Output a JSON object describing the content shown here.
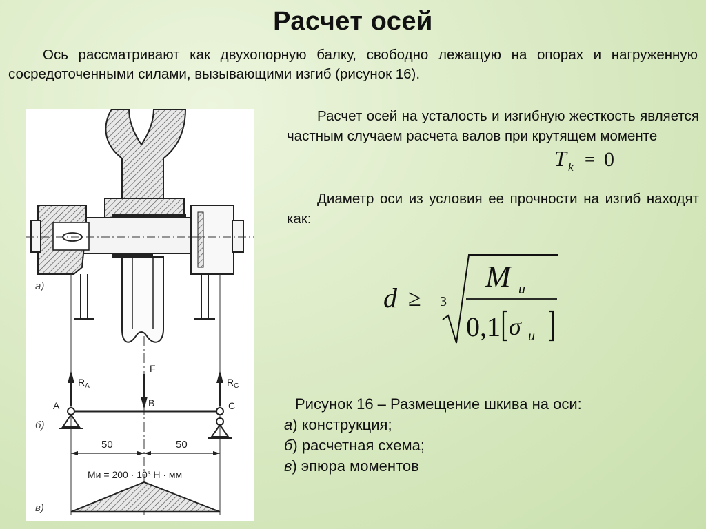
{
  "title": "Расчет осей",
  "intro": "Ось рассматривают как двухопорную балку, свободно лежащую на опорах и нагруженную сосредоточенными силами, вызывающими изгиб (рисунок 16).",
  "paragraph1": "Расчет осей на усталость и изгибную жесткость является частным случаем расчета валов при крутящем моменте",
  "formula_tk": {
    "T": "T",
    "sub": "k",
    "eq": "=",
    "zero": "0"
  },
  "paragraph2": "Диаметр оси из условия ее прочности на изгиб находят как:",
  "formula_d": {
    "d": "d",
    "geq": "≥",
    "root_index": "3",
    "numerator": "M",
    "numerator_sub": "и",
    "denominator_coef": "0,1",
    "sigma": "σ",
    "sigma_sub": "и"
  },
  "caption": {
    "line1": "Рисунок 16 – Размещение шкива на оси:",
    "a_letter": "а",
    "a_text": ") конструкция;",
    "b_letter": "б",
    "b_text": ") расчетная схема;",
    "c_letter": "в",
    "c_text": ") эпюра моментов"
  },
  "figure": {
    "view_a": "а)",
    "view_b": "б)",
    "view_c": "в)",
    "force": "F",
    "reaction_a": "R",
    "reaction_a_sub": "A",
    "reaction_c": "R",
    "reaction_c_sub": "C",
    "point_a": "A",
    "point_b": "B",
    "point_c": "C",
    "dim_left": "50",
    "dim_right": "50",
    "moment_label": "Mи = 200 · 10³ Н · мм"
  }
}
